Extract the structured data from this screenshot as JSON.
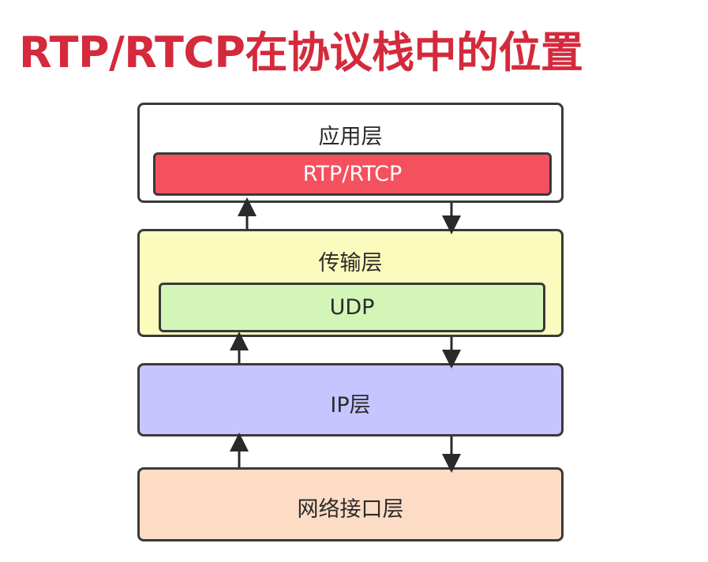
{
  "title": "RTP/RTCP在协议栈中的位置",
  "layers": {
    "application": {
      "label": "应用层",
      "inner": "RTP/RTCP"
    },
    "transport": {
      "label": "传输层",
      "inner": "UDP"
    },
    "ip": {
      "label": "IP层"
    },
    "link": {
      "label": "网络接口层"
    }
  },
  "colors": {
    "title": "#d42a3c",
    "rtp_box": "#f5505e",
    "transport": "#fbfbbd",
    "udp_box": "#d4f5b8",
    "ip": "#c7c5ff",
    "link": "#fcdcc5"
  }
}
